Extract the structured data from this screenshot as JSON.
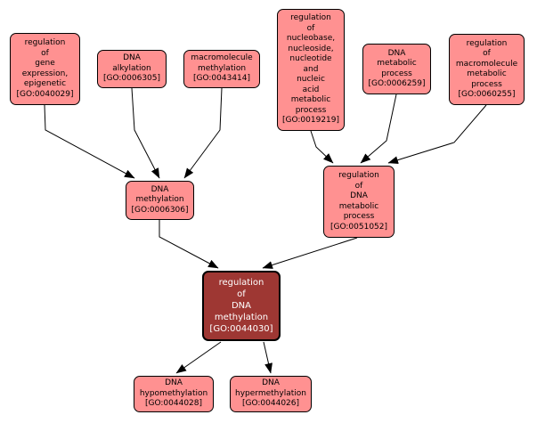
{
  "diagram": {
    "type": "gene-ontology-term-graph",
    "colors": {
      "background": "#ffffff",
      "node_fill": "#ff9191",
      "node_border": "#000000",
      "node_text": "#000000",
      "selected_node_fill": "#9e3733",
      "selected_node_text": "#ffffff",
      "edge": "#000000"
    },
    "nodes": [
      {
        "name": "regulation of gene expression, epigenetic",
        "go_id": "GO:0040029",
        "selected": false,
        "label": "regulation\nof\ngene\nexpression,\nepigenetic\n[GO:0040029]"
      },
      {
        "name": "DNA alkylation",
        "go_id": "GO:0006305",
        "selected": false,
        "label": "DNA\nalkylation\n[GO:0006305]"
      },
      {
        "name": "macromolecule methylation",
        "go_id": "GO:0043414",
        "selected": false,
        "label": "macromolecule\nmethylation\n[GO:0043414]"
      },
      {
        "name": "regulation of nucleobase, nucleoside, nucleotide and nucleic acid metabolic process",
        "go_id": "GO:0019219",
        "selected": false,
        "label": "regulation\nof\nnucleobase,\nnucleoside,\nnucleotide\nand\nnucleic\nacid\nmetabolic\nprocess\n[GO:0019219]"
      },
      {
        "name": "DNA metabolic process",
        "go_id": "GO:0006259",
        "selected": false,
        "label": "DNA\nmetabolic\nprocess\n[GO:0006259]"
      },
      {
        "name": "regulation of macromolecule metabolic process",
        "go_id": "GO:0060255",
        "selected": false,
        "label": "regulation\nof\nmacromolecule\nmetabolic\nprocess\n[GO:0060255]"
      },
      {
        "name": "DNA methylation",
        "go_id": "GO:0006306",
        "selected": false,
        "label": "DNA\nmethylation\n[GO:0006306]"
      },
      {
        "name": "regulation of DNA metabolic process",
        "go_id": "GO:0051052",
        "selected": false,
        "label": "regulation\nof\nDNA\nmetabolic\nprocess\n[GO:0051052]"
      },
      {
        "name": "regulation of DNA methylation",
        "go_id": "GO:0044030",
        "selected": true,
        "label": "regulation\nof\nDNA\nmethylation\n[GO:0044030]"
      },
      {
        "name": "DNA hypomethylation",
        "go_id": "GO:0044028",
        "selected": false,
        "label": "DNA\nhypomethylation\n[GO:0044028]"
      },
      {
        "name": "DNA hypermethylation",
        "go_id": "GO:0044026",
        "selected": false,
        "label": "DNA\nhypermethylation\n[GO:0044026]"
      }
    ],
    "edges": [
      {
        "from": "GO:0040029",
        "to": "GO:0006306"
      },
      {
        "from": "GO:0006305",
        "to": "GO:0006306"
      },
      {
        "from": "GO:0043414",
        "to": "GO:0006306"
      },
      {
        "from": "GO:0019219",
        "to": "GO:0051052"
      },
      {
        "from": "GO:0006259",
        "to": "GO:0051052"
      },
      {
        "from": "GO:0060255",
        "to": "GO:0051052"
      },
      {
        "from": "GO:0006306",
        "to": "GO:0044030"
      },
      {
        "from": "GO:0051052",
        "to": "GO:0044030"
      },
      {
        "from": "GO:0044030",
        "to": "GO:0044028"
      },
      {
        "from": "GO:0044030",
        "to": "GO:0044026"
      }
    ]
  }
}
